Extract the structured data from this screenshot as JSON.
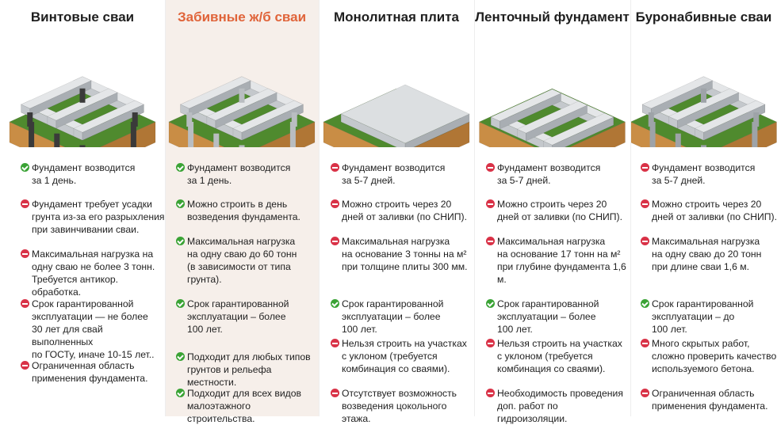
{
  "colors": {
    "positive": "#3aa335",
    "negative": "#d93247",
    "highlight_title": "#e0643a",
    "highlight_bg": "#f6efea"
  },
  "columns": [
    {
      "title": "Винтовые сваи",
      "illustration": "screw-piles",
      "highlighted": false,
      "items": [
        {
          "type": "plus",
          "text": "Фундамент возводится\nза 1 день."
        },
        {
          "type": "minus",
          "text": "Фундамент требует усадки\nгрунта из-за его разрыхления\nпри завинчивании сваи."
        },
        {
          "type": "minus",
          "text": "Максимальная нагрузка на\nодну сваю не более 3 тонн.\nТребуется антикор. обработка."
        },
        {
          "type": "minus",
          "text": "Срок гарантированной\nэксплуатации — не более\n30 лет для свай выполненных\nпо ГОСТу, иначе 10-15 лет.."
        },
        {
          "type": "minus",
          "text": "Ограниченная область\nприменения фундамента."
        }
      ]
    },
    {
      "title": "Забивные ж/б сваи",
      "illustration": "driven-piles",
      "highlighted": true,
      "items": [
        {
          "type": "plus",
          "text": "Фундамент возводится\nза 1 день."
        },
        {
          "type": "plus",
          "text": "Можно строить в день\nвозведения фундамента."
        },
        {
          "type": "plus",
          "text": "Максимальная нагрузка\nна одну сваю до 60 тонн\n(в зависимости от типа\nгрунта)."
        },
        {
          "type": "plus",
          "text": "Срок гарантированной\nэксплуатации – более\n100 лет."
        },
        {
          "type": "plus",
          "text": "Подходит для любых типов\nгрунтов и рельефа местности."
        },
        {
          "type": "plus",
          "text": "Подходит для всех видов\nмалоэтажного строительства."
        }
      ]
    },
    {
      "title": "Монолитная плита",
      "illustration": "slab",
      "highlighted": false,
      "items": [
        {
          "type": "minus",
          "text": "Фундамент возводится\nза 5-7 дней."
        },
        {
          "type": "minus",
          "text": "Можно строить через 20\nдней от заливки (по СНИП)."
        },
        {
          "type": "minus",
          "text": "Максимальная нагрузка\nна основание 3 тонны на м²\nпри толщине плиты 300 мм."
        },
        {
          "type": "plus",
          "text": "Срок гарантированной\nэксплуатации – более\n100 лет."
        },
        {
          "type": "minus",
          "text": "Нельзя строить на участках\nс уклоном (требуется\nкомбинация со сваями)."
        },
        {
          "type": "minus",
          "text": "Отсутствует возможность\nвозведения цокольного этажа."
        }
      ]
    },
    {
      "title": "Ленточный фундамент",
      "illustration": "strip",
      "highlighted": false,
      "items": [
        {
          "type": "minus",
          "text": "Фундамент возводится\nза 5-7 дней."
        },
        {
          "type": "minus",
          "text": "Можно строить через 20\nдней от заливки (по СНИП)."
        },
        {
          "type": "minus",
          "text": "Максимальная нагрузка\nна основание 17 тонн на м²\nпри глубине фундамента 1,6 м."
        },
        {
          "type": "plus",
          "text": "Срок гарантированной\nэксплуатации – более\n100 лет."
        },
        {
          "type": "minus",
          "text": "Нельзя строить на участках\nс уклоном (требуется\nкомбинация со сваями)."
        },
        {
          "type": "minus",
          "text": "Необходимость проведения\nдоп. работ по гидроизоляции."
        }
      ]
    },
    {
      "title": "Буронабивные сваи",
      "illustration": "bored-piles",
      "highlighted": false,
      "items": [
        {
          "type": "minus",
          "text": "Фундамент возводится\nза 5-7 дней."
        },
        {
          "type": "minus",
          "text": "Можно строить через 20\nдней от заливки (по СНИП)."
        },
        {
          "type": "minus",
          "text": "Максимальная нагрузка\nна одну сваю до 20 тонн\nпри длине сваи 1,6 м."
        },
        {
          "type": "plus",
          "text": "Срок гарантированной\nэксплуатации – до\n100 лет."
        },
        {
          "type": "minus",
          "text": "Много скрытых работ,\nсложно проверить качество\nиспользуемого бетона."
        },
        {
          "type": "minus",
          "text": "Ограниченная область\nприменения фундамента."
        }
      ]
    }
  ]
}
